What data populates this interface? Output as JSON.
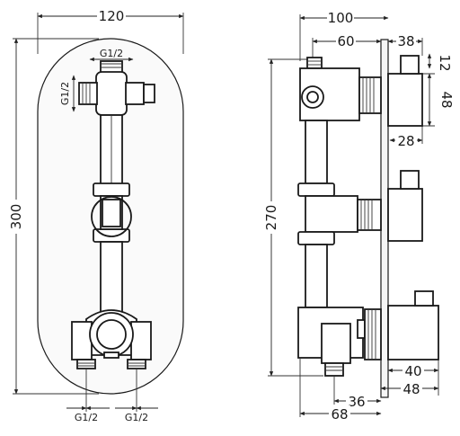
{
  "front_view": {
    "width_label": "120",
    "height_label": "300",
    "top_port_label": "G1/2",
    "side_port_label": "G1/2",
    "bottom_left_port_label": "G1/2",
    "bottom_right_port_label": "G1/2"
  },
  "side_view": {
    "depth_label": "100",
    "body_depth_label": "60",
    "handle_depth_label": "38",
    "handle_offset_label": "12",
    "handle_height_label": "48",
    "handle_inner_label": "28",
    "overall_height_label": "270",
    "bottom_handle_a_label": "40",
    "bottom_handle_b_label": "48",
    "bottom_outlet_a_label": "36",
    "bottom_outlet_b_label": "68"
  }
}
